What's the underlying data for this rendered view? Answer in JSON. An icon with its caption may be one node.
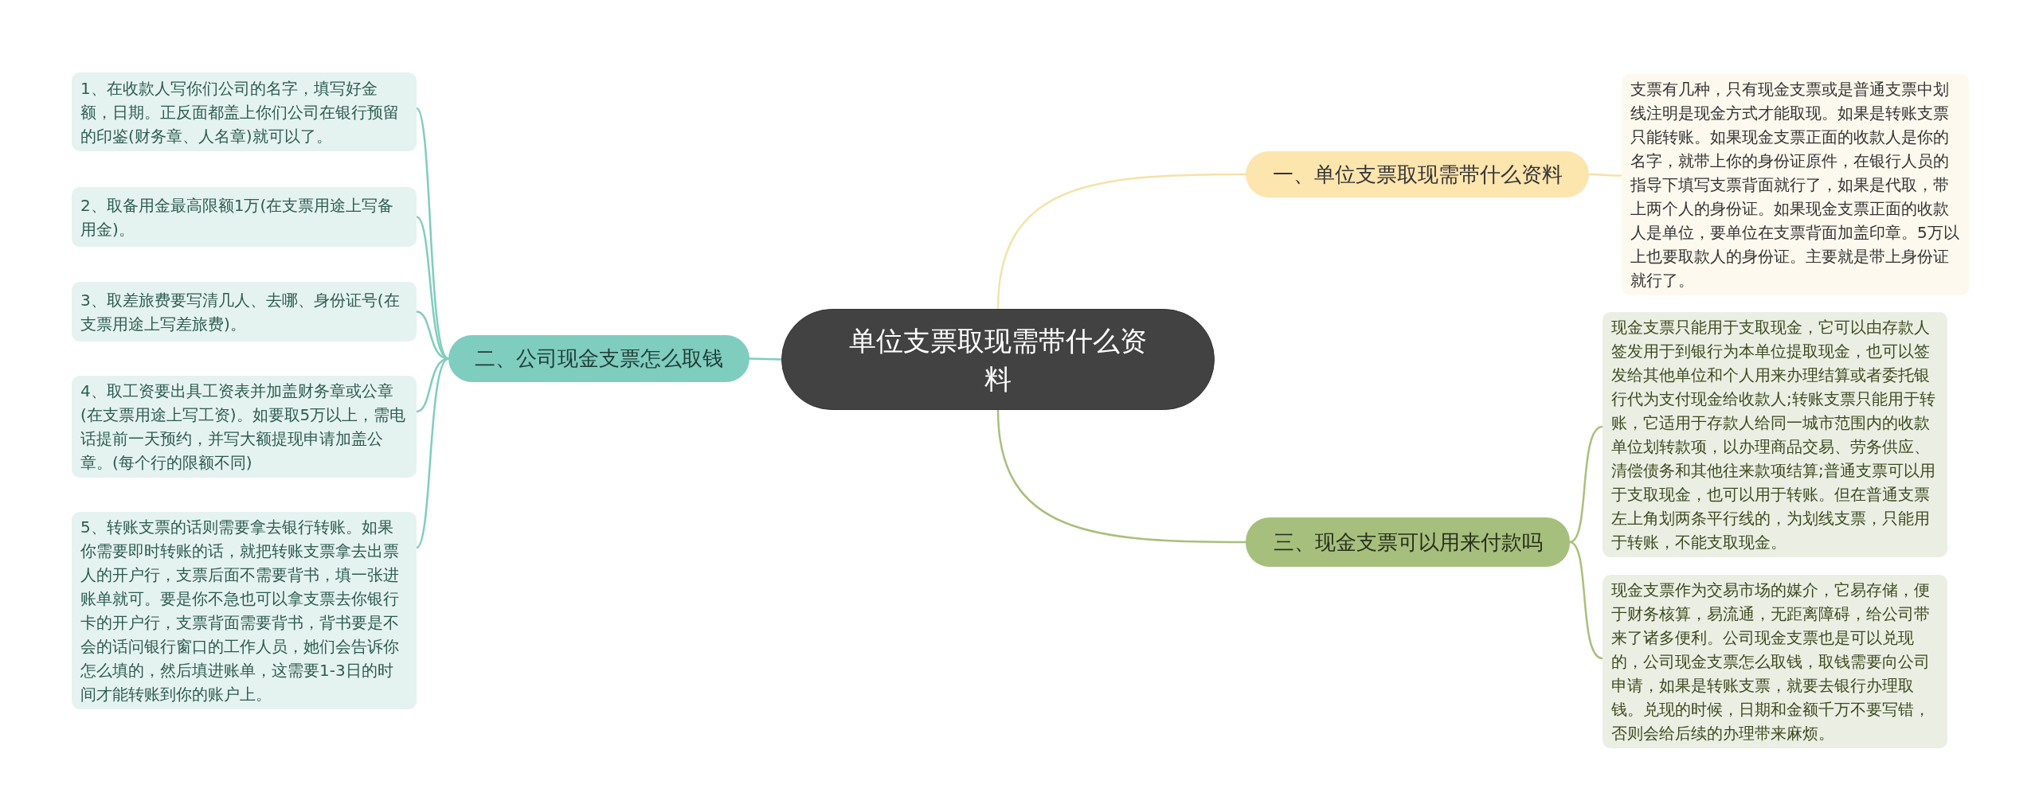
{
  "diagram": {
    "nodes": [
      {
        "text": [
          "单位支票取现需带什么资料"
        ]
      },
      {
        "text": [
          "一、单位支票取现需带什么资料"
        ]
      },
      {
        "text": [
          "支票有几种，只有现金支票或是普通支票中划线注明是现金方式才能取现。如果是转账支票只能转账。如果现金支票正面的收款人是你的名字，就带上你的身份证原件，在银行人员的指导下填写支票背面就行了，如果是代取，带上两个人的身份证。如果现金支票正面的收款人是单位，要单位在支票背面加盖印章。5万以上也要取款人的身份证。主要就是带上身份证就行了。"
        ]
      },
      {
        "text": [
          "二、公司现金支票怎么取钱"
        ]
      },
      {
        "text": [
          "1、在收款人写你们公司的名字，填写好金额，日期。正反面都盖上你们公司在银行预留的印鉴(财务章、人名章)就可以了。"
        ]
      },
      {
        "text": [
          "2、取备用金最高限额1万(在支票用途上写备用金)。"
        ]
      },
      {
        "text": [
          "3、取差旅费要写清几人、去哪、身份证号(在支票用途上写差旅费)。"
        ]
      },
      {
        "text": [
          "4、取工资要出具工资表并加盖财务章或公章(在支票用途上写工资)。如要取5万以上，需电话提前一天预约，并写大额提现申请加盖公章。(每个行的限额不同)"
        ]
      },
      {
        "text": [
          "5、转账支票的话则需要拿去银行转账。如果你需要即时转账的话，就把转账支票拿去出票人的开户行，支票后面不需要背书，填一张进账单就可。要是你不急也可以拿支票去你银行卡的开户行，支票背面需要背书，背书要是不会的话问银行窗口的工作人员，她们会告诉你怎么填的，然后填进账单，这需要1-3日的时间才能转账到你的账户上。"
        ]
      },
      {
        "text": [
          "三、现金支票可以用来付款吗"
        ]
      },
      {
        "text": [
          "现金支票只能用于支取现金，它可以由存款人签发用于到银行为本单位提取现金，也可以签发给其他单位和个人用来办理结算或者委托银行代为支付现金给收款人;转账支票只能用于转账，它适用于存款人给同一城市范围内的收款单位划转款项，以办理商品交易、劳务供应、清偿债务和其他往来款项结算;普通支票可以用于支取现金，也可以用于转账。但在普通支票左上角划两条平行线的，为划线支票，只能用于转账，不能支取现金。"
        ]
      },
      {
        "text": [
          "现金支票作为交易市场的媒介，它易存储，便于财务核算，易流通，无距离障碍，给公司带来了诸多便利。公司现金支票也是可以兑现的，公司现金支票怎么取钱，取钱需要向公司申请，如果是转账支票，就要去银行办理取钱。兑现的时候，日期和金额千万不要写错，否则会给后续的办理带来麻烦。"
        ]
      }
    ],
    "edges": [
      {
        "from": 0,
        "to": 1,
        "arrow": "none",
        "color": "#f6e2a8"
      },
      {
        "from": 1,
        "to": 2,
        "arrow": "none",
        "color": "#f6e2a8"
      },
      {
        "from": 0,
        "to": 3,
        "arrow": "none"
      },
      {
        "from": 3,
        "to": 4,
        "arrow": "none"
      },
      {
        "from": 3,
        "to": 5,
        "arrow": "none"
      },
      {
        "from": 3,
        "to": 6,
        "arrow": "none"
      },
      {
        "from": 3,
        "to": 7,
        "arrow": "none"
      },
      {
        "from": 3,
        "to": 8,
        "arrow": "none"
      },
      {
        "from": 0,
        "to": 9,
        "arrow": "none",
        "color": "#a9bf7c"
      },
      {
        "from": 9,
        "to": 10,
        "arrow": "none",
        "color": "#a9bf7c"
      },
      {
        "from": 9,
        "to": 11,
        "arrow": "none",
        "color": "#a9bf7c"
      }
    ]
  }
}
